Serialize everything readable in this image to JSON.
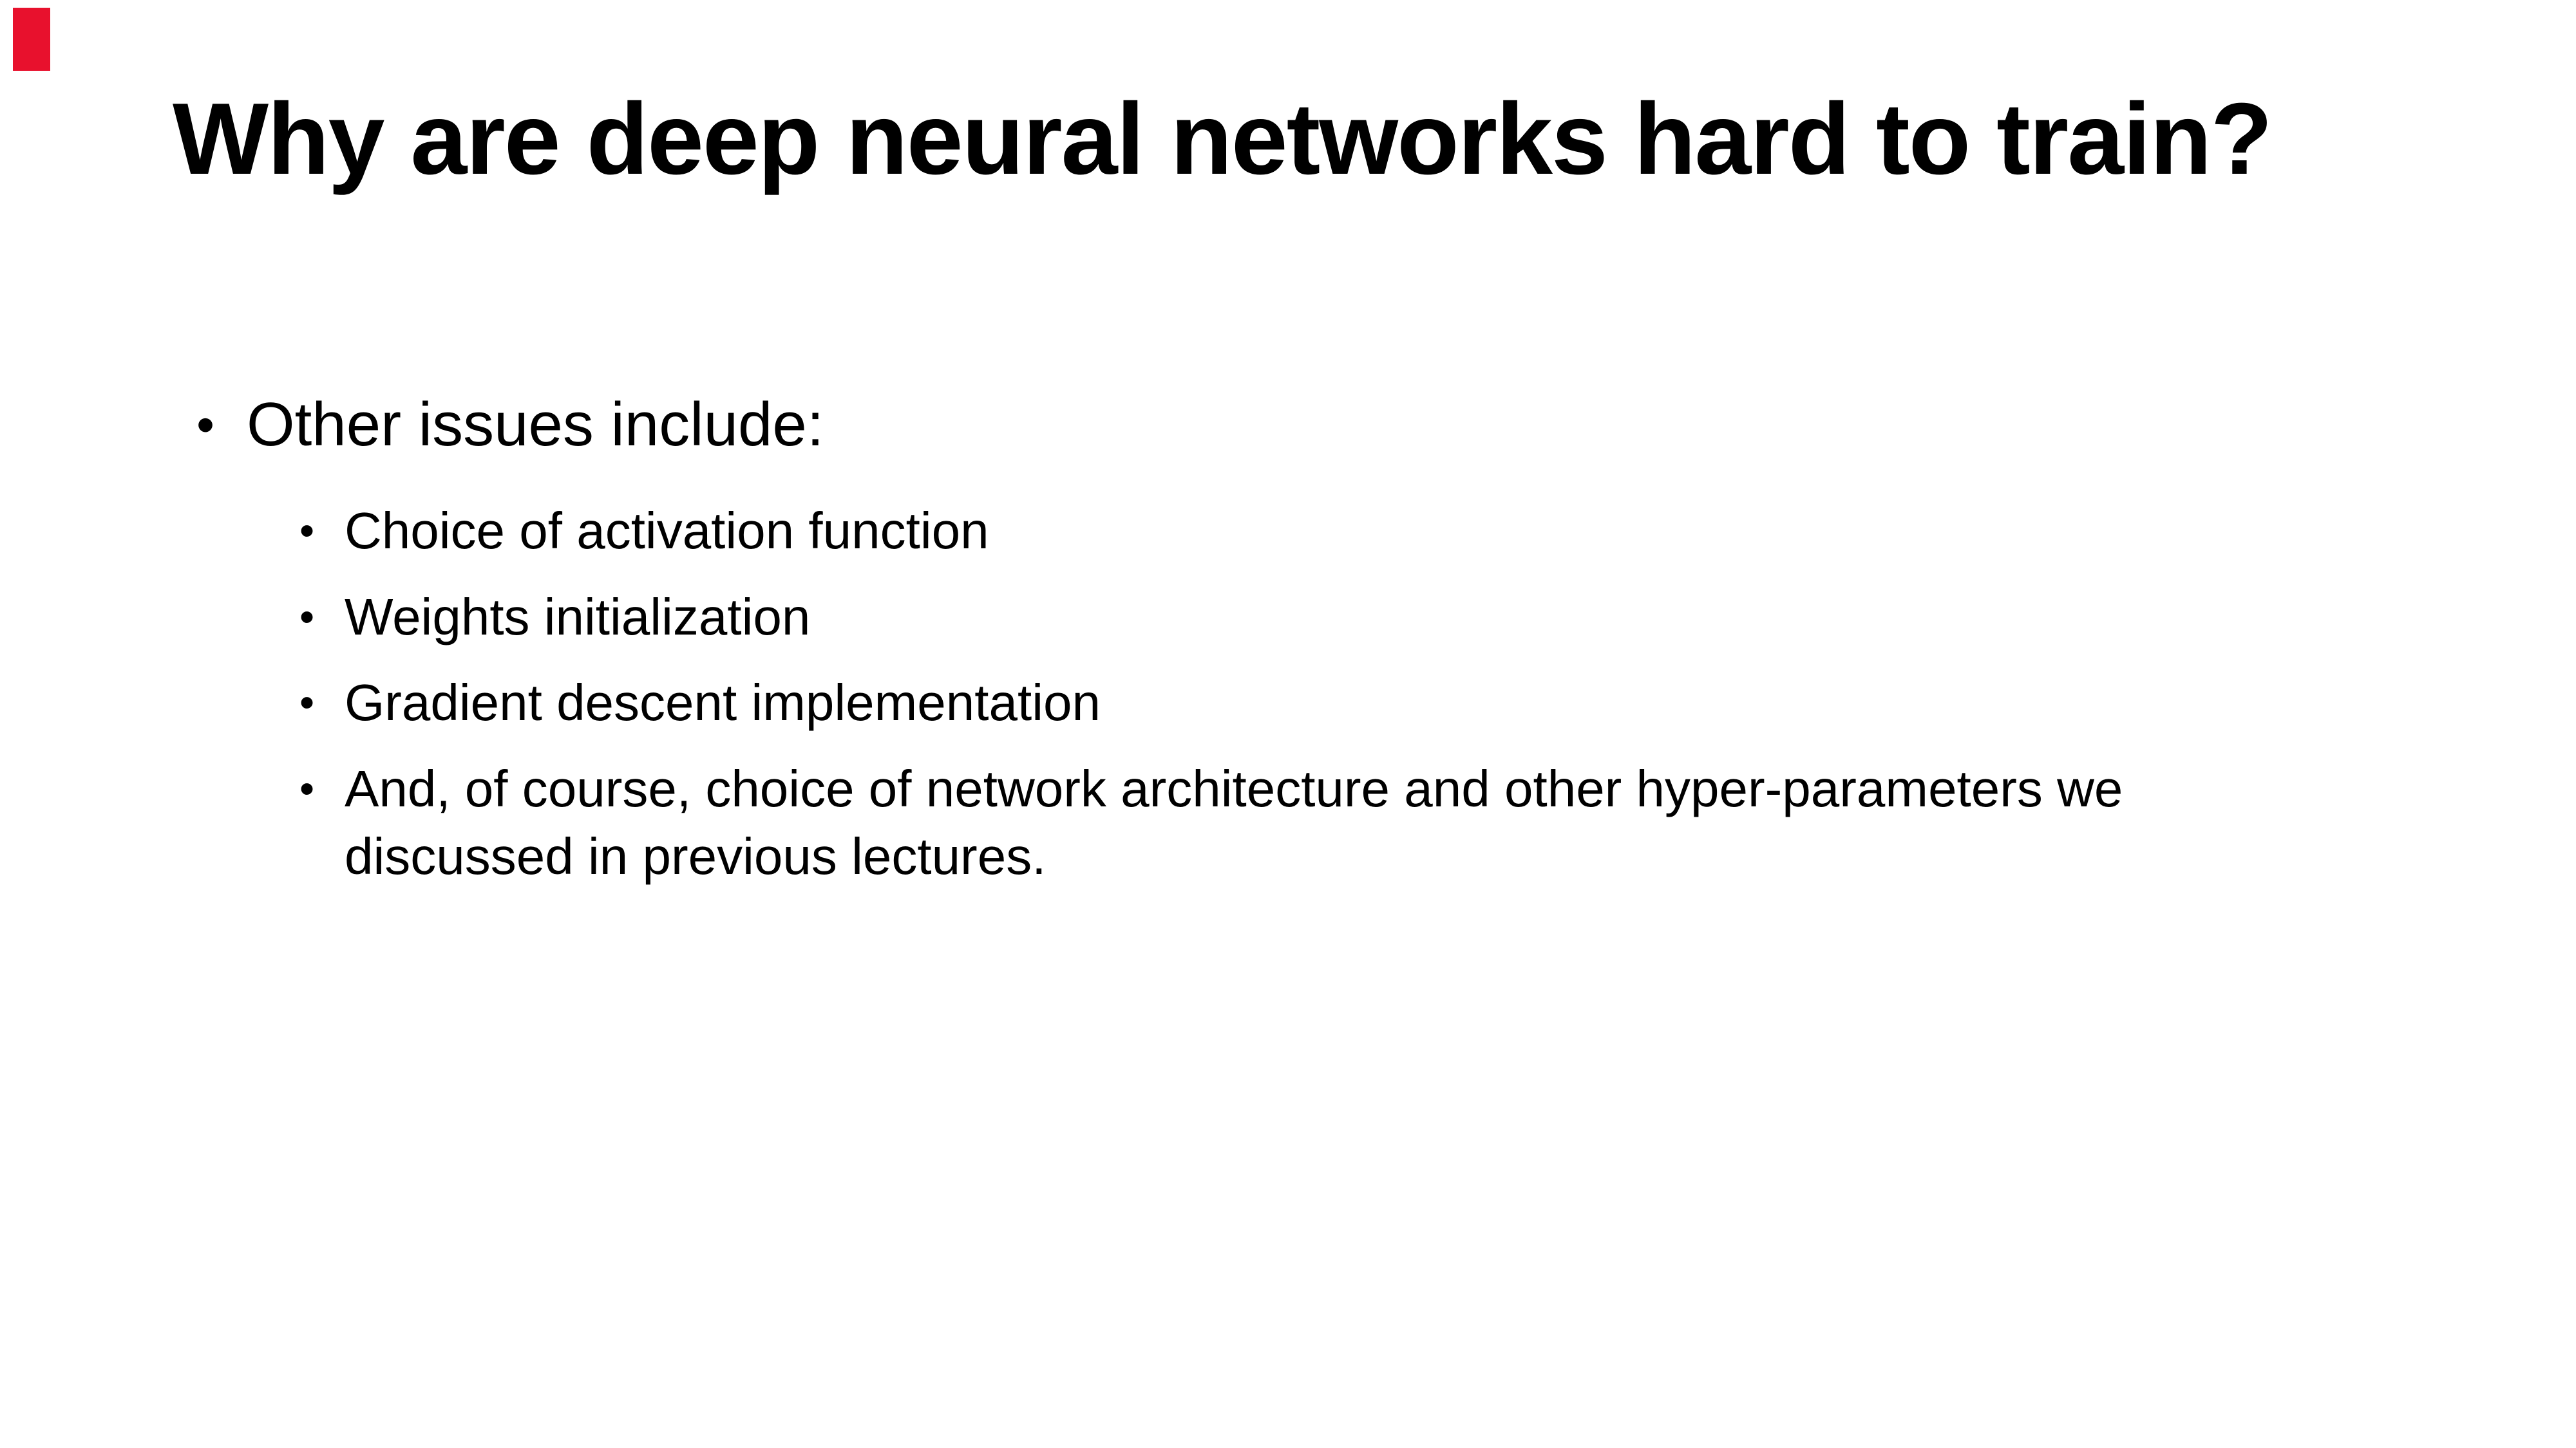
{
  "slide": {
    "title": "Why are deep neural networks hard to train?",
    "accent_color": "#e8112d",
    "bullet_glyph": "•",
    "main_bullet": "Other issues include:",
    "sub_bullets": [
      "Choice of activation function",
      "Weights initialization",
      "Gradient descent implementation",
      "And, of course, choice of network architecture and other hyper-parameters we discussed in previous lectures."
    ]
  }
}
